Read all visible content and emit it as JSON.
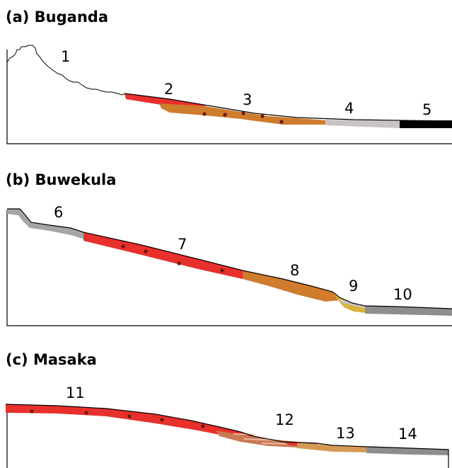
{
  "panels": [
    {
      "title": "(a) Buganda",
      "labels": [
        "1",
        "2",
        "3",
        "4",
        "5"
      ]
    },
    {
      "title": "(b) Buwekula",
      "labels": [
        "6",
        "7",
        "8",
        "9",
        "10"
      ]
    },
    {
      "title": "(c) Masaka",
      "labels": [
        "11",
        "12",
        "13",
        "14"
      ]
    }
  ],
  "colors": {
    "red": "#e8302c",
    "orange": "#cf7c2c",
    "light_gray": "#c9c4c4",
    "gray": "#8e8e8e",
    "black": "#000000",
    "yellow": "#d8b23a",
    "tan": "#d49a55",
    "soil_dot": "#6a1a0a"
  }
}
